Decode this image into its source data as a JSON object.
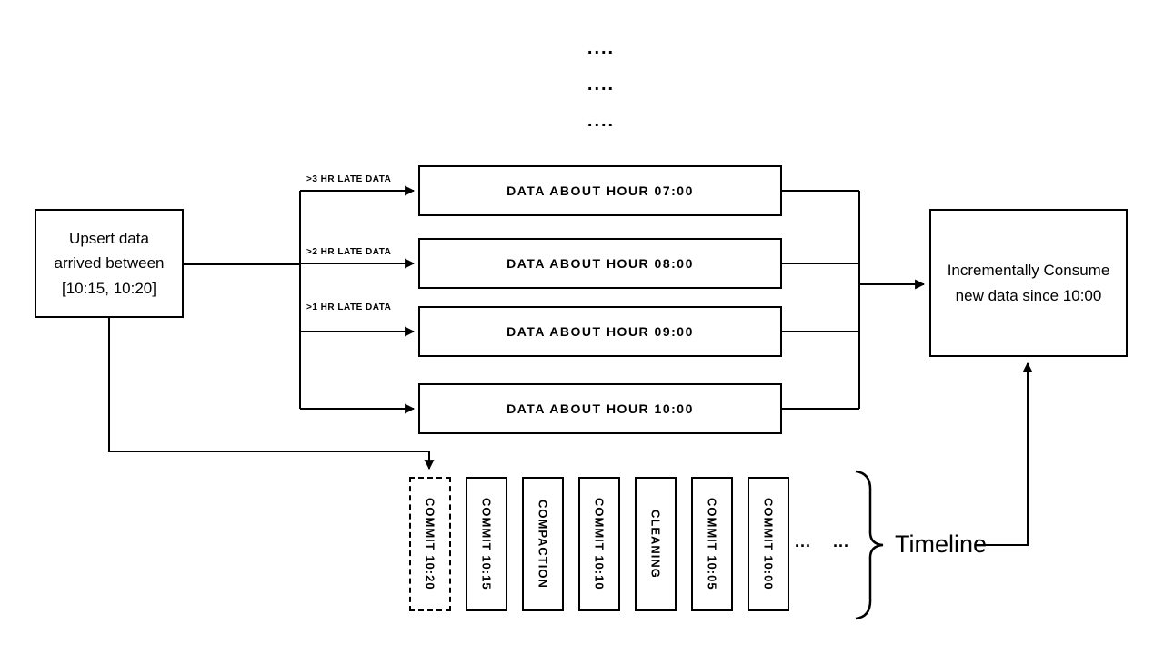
{
  "diagram": {
    "top_dots": {
      "row1": "....",
      "row2": "....",
      "row3": "...."
    },
    "upsert_box": {
      "text": "Upsert data\narrived between\n[10:15, 10:20]"
    },
    "late_labels": [
      ">3 HR LATE DATA",
      ">2 HR LATE DATA",
      ">1 HR LATE DATA"
    ],
    "data_boxes": [
      "DATA ABOUT HOUR 07:00",
      "DATA ABOUT HOUR 08:00",
      "DATA ABOUT HOUR 09:00",
      "DATA ABOUT HOUR 10:00"
    ],
    "consume_box": {
      "text": "Incrementally Consume\nnew data since 10:00"
    },
    "timeline": {
      "commits": [
        "COMMIT 10:20",
        "COMMIT 10:15",
        "COMPACTION",
        "COMMIT 10:10",
        "CLEANING",
        "COMMIT 10:05",
        "COMMIT 10:00"
      ],
      "ellipsis1": "...",
      "ellipsis2": "...",
      "label": "Timeline"
    },
    "colors": {
      "stroke": "#000000",
      "background": "#ffffff"
    }
  }
}
